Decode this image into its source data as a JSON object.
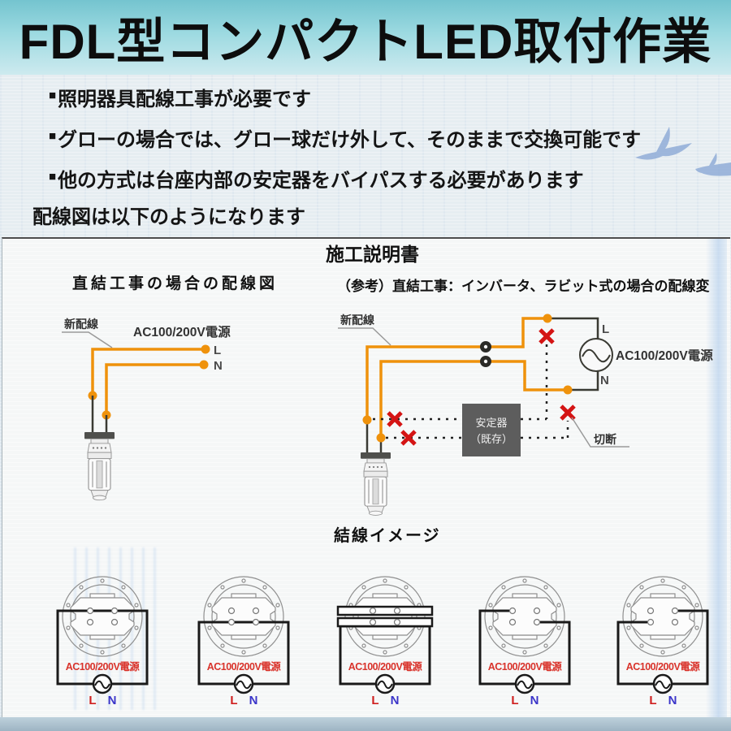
{
  "banner": {
    "title": "FDL型コンパクトLED取付作業"
  },
  "notes": {
    "bullet_char": "■",
    "bullets": [
      "照明器具配線工事が必要です",
      "グローの場合では、グロー球だけ外して、そのままで交換可能です",
      "他の方式は台座内部の安定器をバイパスする必要があります"
    ],
    "footer": "配線図は以下のようになります"
  },
  "panel": {
    "title": "施工説明書",
    "left": {
      "title": "直結工事の場合の配線図",
      "new_wiring_label": "新配線",
      "power_label": "AC100/200V電源",
      "terminal_l": "L",
      "terminal_n": "N"
    },
    "right": {
      "title": "（参考）直結工事：インバータ、ラビット式の場合の配線変",
      "new_wiring_label": "新配線",
      "power_label": "AC100/200V電源",
      "terminal_l": "L",
      "terminal_n": "N",
      "ballast_line1": "安定器",
      "ballast_line2": "（既存）",
      "cut_label": "切断"
    },
    "connection": {
      "title": "結線イメージ",
      "sockets": [
        {
          "power_label": "AC100/200V電源",
          "l": "L",
          "n": "N",
          "wiring": "top-pin-row"
        },
        {
          "power_label": "AC100/200V電源",
          "l": "L",
          "n": "N",
          "wiring": "bottom-pin-row"
        },
        {
          "power_label": "AC100/200V電源",
          "l": "L",
          "n": "N",
          "wiring": "both-rows-jumper-bars"
        },
        {
          "power_label": "AC100/200V電源",
          "l": "L",
          "n": "N",
          "wiring": "top-left-and-bottom-right-pins"
        },
        {
          "power_label": "AC100/200V電源",
          "l": "L",
          "n": "N",
          "wiring": "top-right-and-bottom-left-pins"
        }
      ]
    }
  },
  "colors": {
    "wire_orange": "#ef920c",
    "wire_dark": "#3a3a33",
    "cut_x_red": "#d41414",
    "ballast_box": "#5d5d5d",
    "power_text_red": "#d9332b",
    "terminal_l_red": "#cf1f1f",
    "terminal_n_blue": "#3b35c9",
    "banner_teal": "#74c4cf",
    "bottom_band": "#9db4c3"
  }
}
